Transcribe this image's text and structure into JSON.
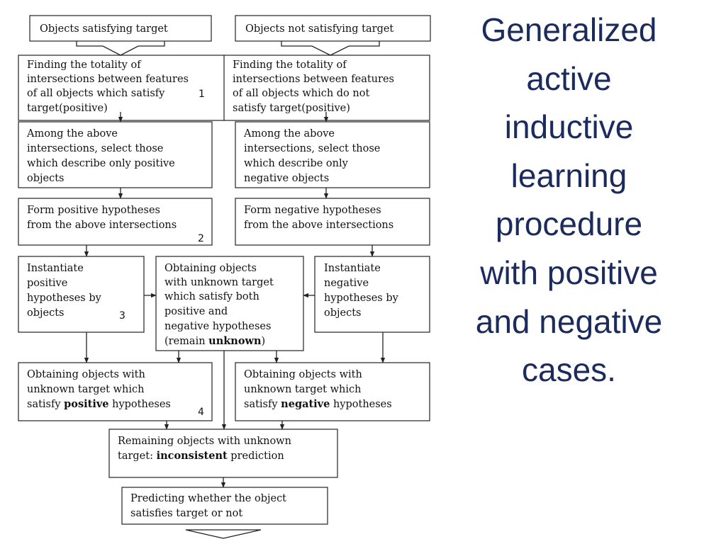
{
  "slide": {
    "title_lines": [
      "Generalized",
      "active",
      "inductive",
      "learning",
      "procedure",
      "with positive",
      "and negative",
      "cases."
    ]
  },
  "diagram": {
    "objects_satisfying_target": "Objects satisfying target",
    "objects_not_satisfying_target": "Objects not satisfying target",
    "find_positive": [
      "Finding the totality of",
      "intersections between features",
      "of all objects which satisfy",
      "target(positive)"
    ],
    "find_positive_num": "1",
    "find_negative": [
      "Finding the totality of",
      "intersections between features",
      "of all objects which do not",
      "satisfy target(positive)"
    ],
    "select_positive": [
      "Among the above",
      "intersections, select those",
      "which describe only positive",
      "objects"
    ],
    "select_negative": [
      "Among the above",
      "intersections, select those",
      "which describe only",
      "negative objects"
    ],
    "form_positive": [
      "Form positive hypotheses",
      "from the above intersections"
    ],
    "form_positive_num": "2",
    "form_negative": [
      "Form negative hypotheses",
      "from the above intersections"
    ],
    "instantiate_positive": [
      "Instantiate",
      "positive",
      "hypotheses by",
      "objects"
    ],
    "instantiate_positive_num": "3",
    "obtain_both": [
      "Obtaining objects",
      "with unknown target",
      "which satisfy both",
      "positive and",
      "negative hypotheses"
    ],
    "obtain_both_last": {
      "pre": "(remain ",
      "bold": "unknown",
      "post": ")"
    },
    "instantiate_negative": [
      "Instantiate",
      "negative",
      "hypotheses by",
      "objects"
    ],
    "obtain_positive": [
      "Obtaining objects with",
      "unknown target which"
    ],
    "obtain_positive_last": {
      "pre": "satisfy ",
      "bold": "positive",
      "post": " hypotheses"
    },
    "obtain_positive_num": "4",
    "obtain_negative": [
      "Obtaining objects with",
      "unknown target which"
    ],
    "obtain_negative_last": {
      "pre": "satisfy ",
      "bold": "negative",
      "post": " hypotheses"
    },
    "remaining": [
      "Remaining objects with unknown"
    ],
    "remaining_last": {
      "pre": "target: ",
      "bold": "inconsistent",
      "post": " prediction"
    },
    "predicting": [
      "Predicting whether the object",
      "satisfies target or not"
    ]
  }
}
